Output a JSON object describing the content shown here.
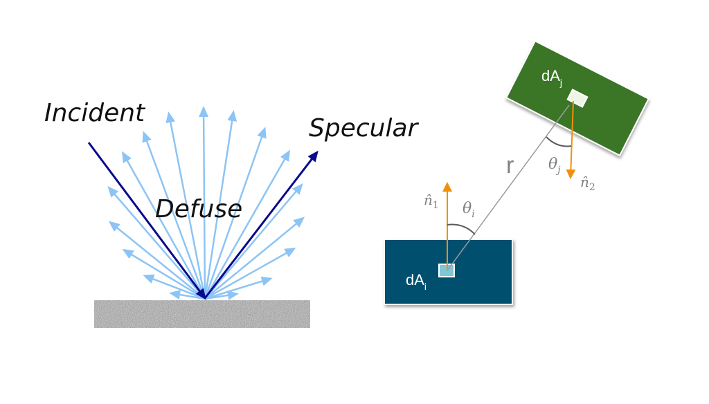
{
  "left_diagram": {
    "labels": {
      "incident": "Incident",
      "specular": "Specular",
      "diffuse": "Defuse"
    },
    "colors": {
      "incident_ray": "#0a0a8c",
      "specular_ray": "#0a0a8c",
      "diffuse_rays": "#8cc4f5",
      "surface_base": "#a8a8a8"
    },
    "diffuse_ray_count": 17,
    "surface_texture": "noise"
  },
  "right_diagram": {
    "labels": {
      "patch_i": "dA",
      "patch_i_sub": "i",
      "patch_j": "dA",
      "patch_j_sub": "j",
      "distance": "r",
      "normal_1": "n̂",
      "normal_1_sub": "1",
      "normal_2": "n̂",
      "normal_2_sub": "2",
      "theta_i": "θ",
      "theta_i_sub": "i",
      "theta_j": "θ",
      "theta_j_sub": "j"
    },
    "colors": {
      "surface_i": "#00506e",
      "surface_j": "#3b7526",
      "patch_i_fill": "#7ec8d8",
      "patch_j_fill": "#eef5e6",
      "normal_arrows": "#f0900a",
      "connector_line": "#9a9a9a",
      "angle_arcs": "#5a5a5a"
    }
  }
}
